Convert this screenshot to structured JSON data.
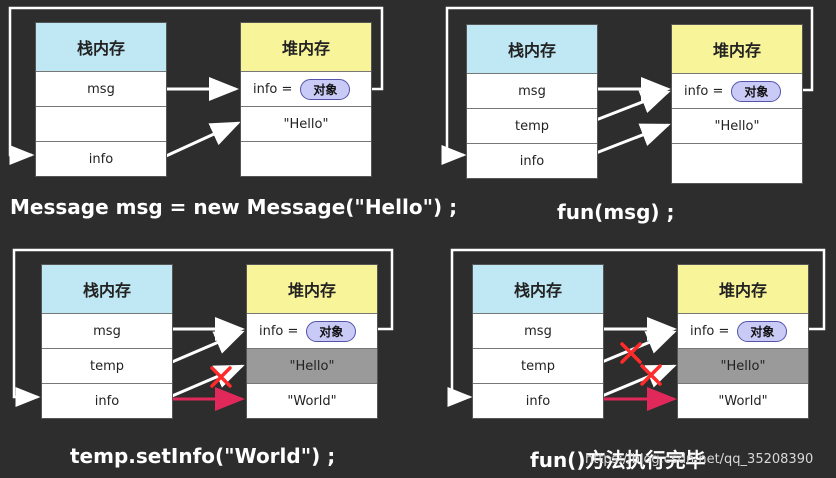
{
  "labels": {
    "stack_title": "栈内存",
    "heap_title": "堆内存",
    "msg": "msg",
    "temp": "temp",
    "info": "info",
    "info_eq": "info =",
    "object": "对象",
    "hello": "\"Hello\"",
    "world": "\"World\""
  },
  "captions": {
    "p1": "Message msg = new Message(\"Hello\") ;",
    "p2": "fun(msg) ;",
    "p3": "temp.setInfo(\"World\") ;",
    "p4": "fun()方法执行完毕"
  },
  "watermark": "https://blog.csdn.net/qq_35208390",
  "colors": {
    "background": "#2d2d2d",
    "stack_header": "#bfe8f4",
    "heap_header": "#f8f49a",
    "object_pill": "#c9cbf6",
    "removed_cell": "#9a9a9a",
    "new_ref_arrow": "#e0285a",
    "broken_ref_cross": "#ff2a2a"
  }
}
